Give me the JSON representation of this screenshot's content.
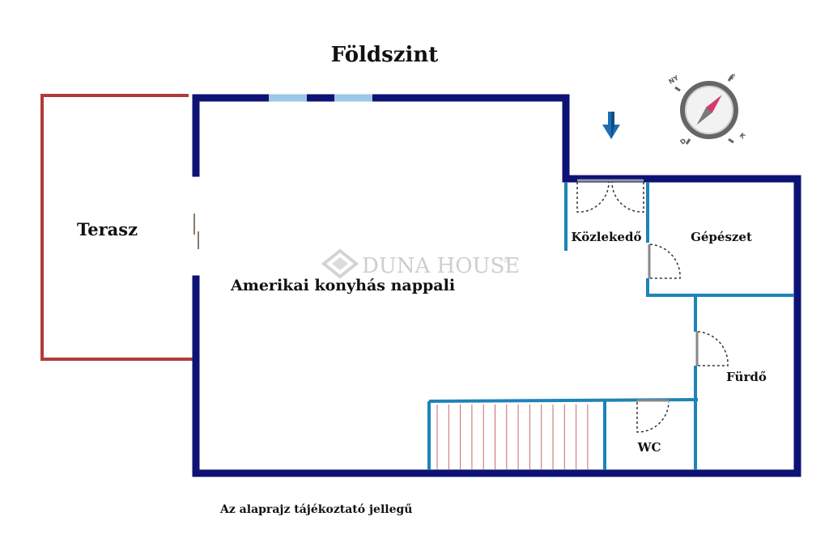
{
  "title": "Földszint",
  "footer_note": "Az alaprajz tájékoztató jellegű",
  "watermark": {
    "brand": "DUNA HOUSE",
    "registered_mark": "®"
  },
  "compass": {
    "labels": [
      "NY",
      "É",
      "K",
      "D"
    ]
  },
  "rooms": {
    "terrace": "Terasz",
    "living": "Amerikai konyhás nappali",
    "hallway": "Közlekedő",
    "mechanical": "Gépészet",
    "bathroom": "Fürdő",
    "wc": "WC"
  },
  "colors": {
    "outer_wall": "#0d1275",
    "inner_wall": "#1e83b8",
    "terrace_outline": "#b23a3a",
    "window": "#9cc7e6",
    "entrance_arrow": "#1b6fb3",
    "stairs_lines": "#c46a6a",
    "door_swing": "#333333"
  },
  "icons": {
    "entrance": "down-arrow-icon",
    "compass": "compass-icon",
    "logo": "diamond-logo-icon"
  }
}
